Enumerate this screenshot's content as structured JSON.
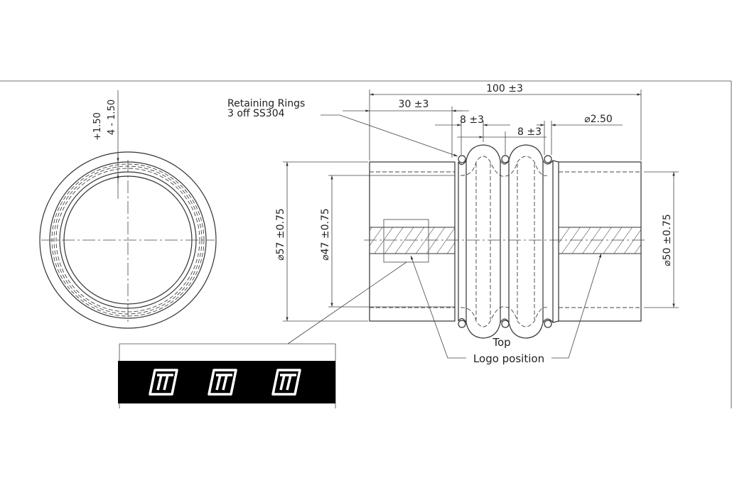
{
  "drawing": {
    "end_view": {
      "tolerance_upper": "+1.50",
      "tolerance_lower": "4 - 1.50"
    },
    "side_view": {
      "overall_length": "100 ±3",
      "end_length": "30 ±3",
      "pitch_1": "8 ±3",
      "pitch_2": "8 ±3",
      "ring_diameter": "⌀2.50",
      "outer_diameter": "⌀57 ±0.75",
      "inner_diameter": "⌀47 ±0.75",
      "right_diameter": "⌀50 ±0.75"
    },
    "notes": {
      "retaining_rings_line1": "Retaining Rings",
      "retaining_rings_line2": "3 off SS304",
      "top_label": "Top",
      "logo_position": "Logo position"
    },
    "logo_strip": {
      "logo_count": 3,
      "band_color": "#000000",
      "logo_color": "#ffffff"
    }
  }
}
